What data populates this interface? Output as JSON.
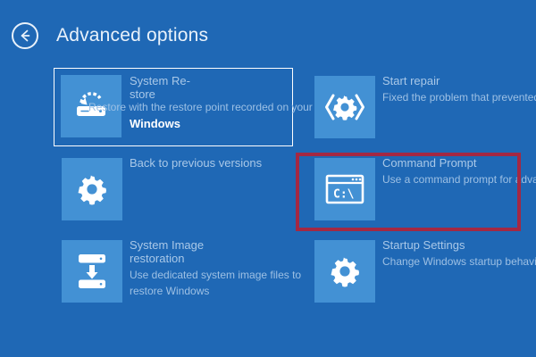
{
  "header": {
    "back_icon": "back-arrow-icon",
    "title": "Advanced options"
  },
  "colors": {
    "background": "#1f68b5",
    "tile": "#4391d4",
    "title_text": "#a9c8e8",
    "desc_text": "#9dc0e4",
    "selection_border": "#ffffff",
    "annotation_border": "#a32843"
  },
  "options": {
    "left_column": [
      {
        "id": "system-restore",
        "icon": "system-restore-disk-icon",
        "title": "System Re-store",
        "description": "Restore with the restore point recorded on your computer",
        "extra_label": "Windows",
        "selected": true
      },
      {
        "id": "back-to-previous-versions",
        "icon": "gear-icon",
        "title": "Back to previous versions",
        "description": "",
        "selected": false
      },
      {
        "id": "system-image-restoration",
        "icon": "system-image-download-icon",
        "title": "System Image restoration",
        "description": "Use dedicated system image files to restore Windows",
        "selected": false
      }
    ],
    "right_column": [
      {
        "id": "start-repair",
        "icon": "repair-gear-brackets-icon",
        "title": "Start repair",
        "description": "Fixed the problem that prevented Windows",
        "selected": false
      },
      {
        "id": "command-prompt",
        "icon": "command-prompt-icon",
        "title": "Command Prompt",
        "description": "Use a command prompt for advanced",
        "selected": false,
        "annotated": true
      },
      {
        "id": "startup-settings",
        "icon": "gear-icon",
        "title": "Startup Settings",
        "description": "Change Windows startup behavior",
        "selected": false
      }
    ]
  }
}
